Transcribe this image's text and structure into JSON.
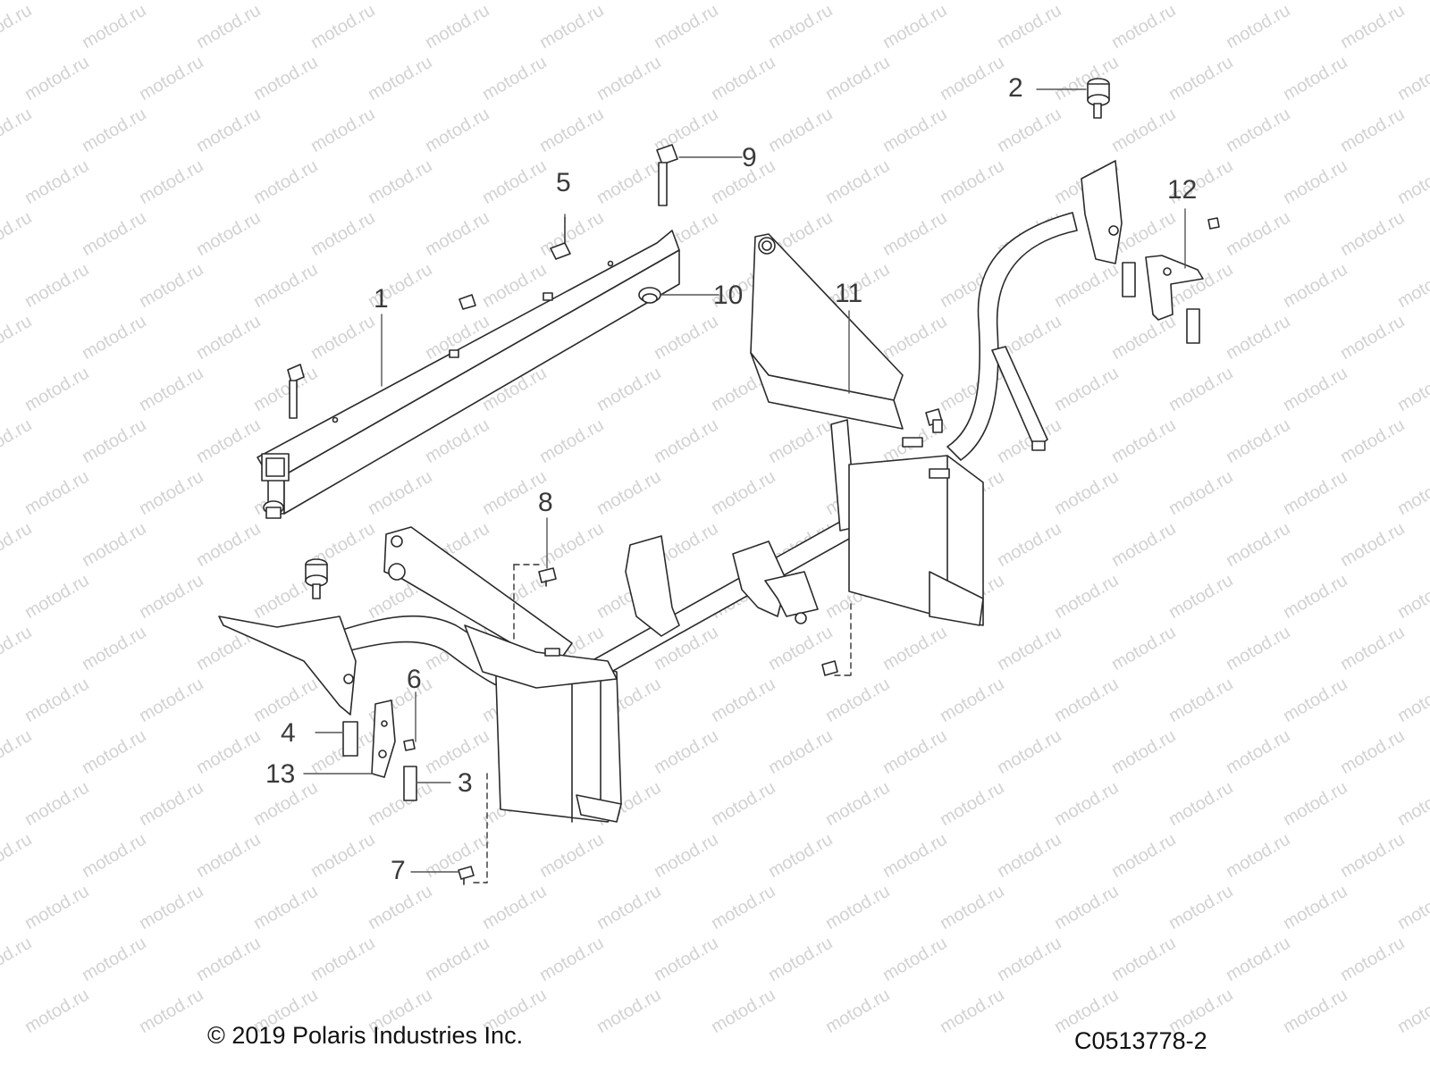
{
  "watermark": {
    "text": "motod.ru"
  },
  "callouts": [
    "1",
    "2",
    "3",
    "4",
    "5",
    "6",
    "7",
    "8",
    "9",
    "10",
    "11",
    "12",
    "13"
  ],
  "footer": {
    "copyright": "© 2019 Polaris Industries Inc.",
    "drawing_code": "C0513778-2"
  },
  "colors": {
    "line": "#2a2a2a",
    "part_fill": "#ffffff",
    "watermark": "#d2d2d2"
  }
}
